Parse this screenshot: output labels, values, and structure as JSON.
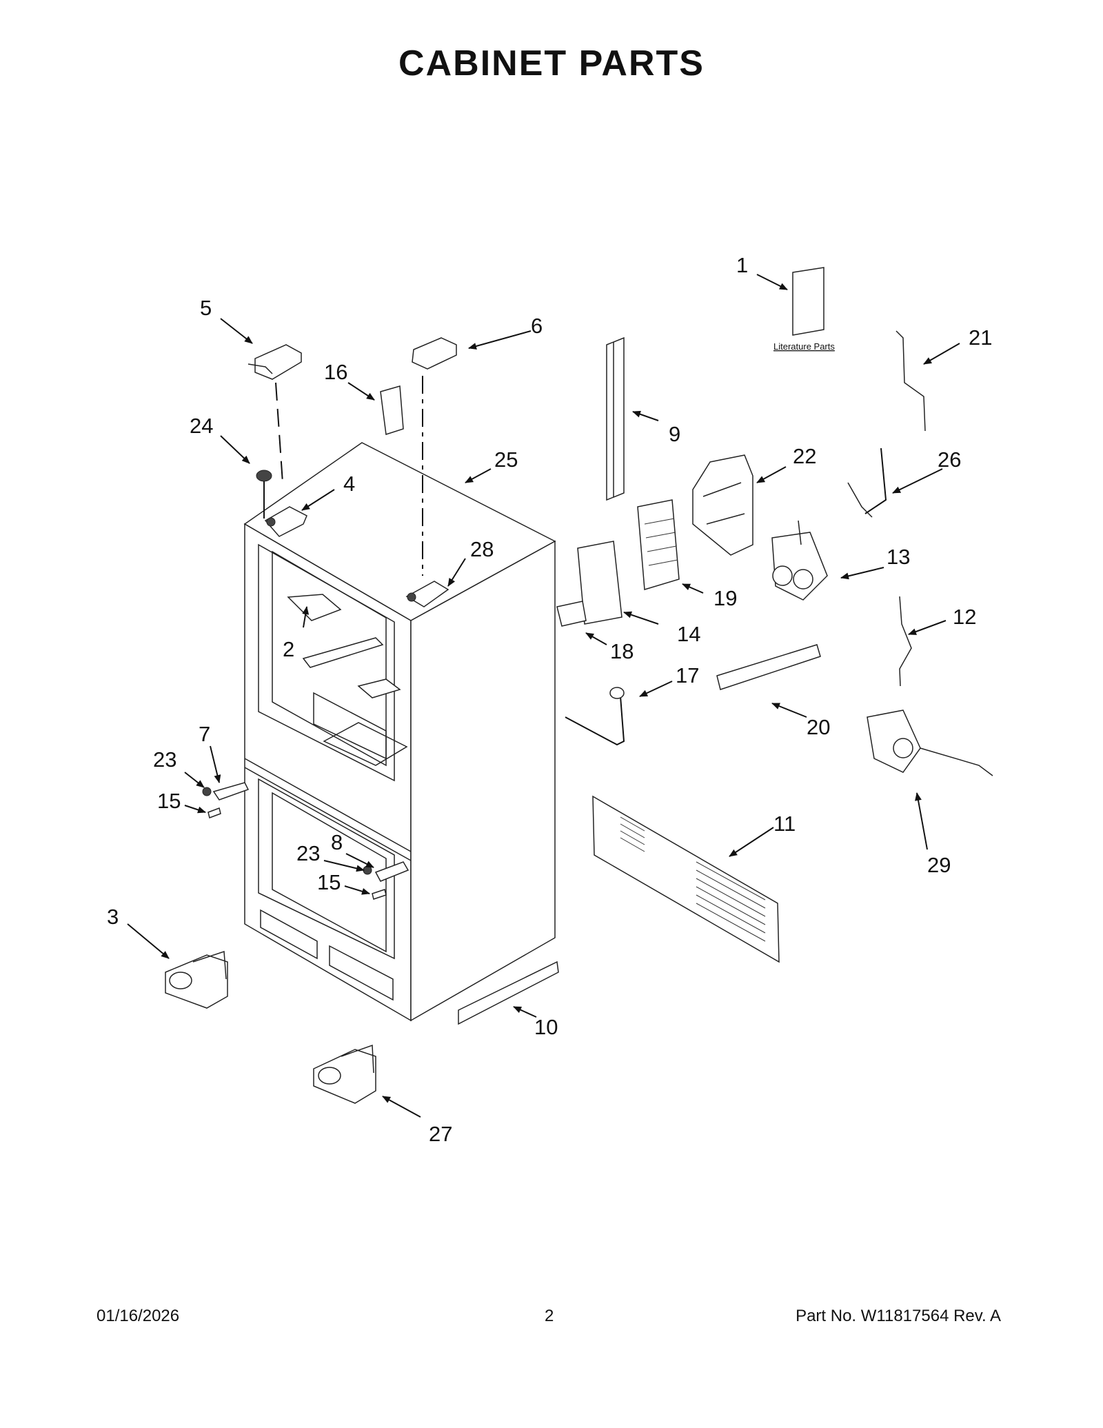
{
  "page": {
    "title": "CABINET PARTS",
    "footer": {
      "date": "01/16/2026",
      "page_number": "2",
      "part_number": "Part No.  W11817564  Rev.  A"
    }
  },
  "diagram": {
    "literature_caption": "Literature Parts",
    "callouts": [
      "1",
      "2",
      "3",
      "4",
      "5",
      "6",
      "7",
      "8",
      "9",
      "10",
      "11",
      "12",
      "13",
      "14",
      "15",
      "16",
      "17",
      "18",
      "19",
      "20",
      "21",
      "22",
      "23",
      "24",
      "25",
      "26",
      "27",
      "28",
      "29"
    ]
  }
}
